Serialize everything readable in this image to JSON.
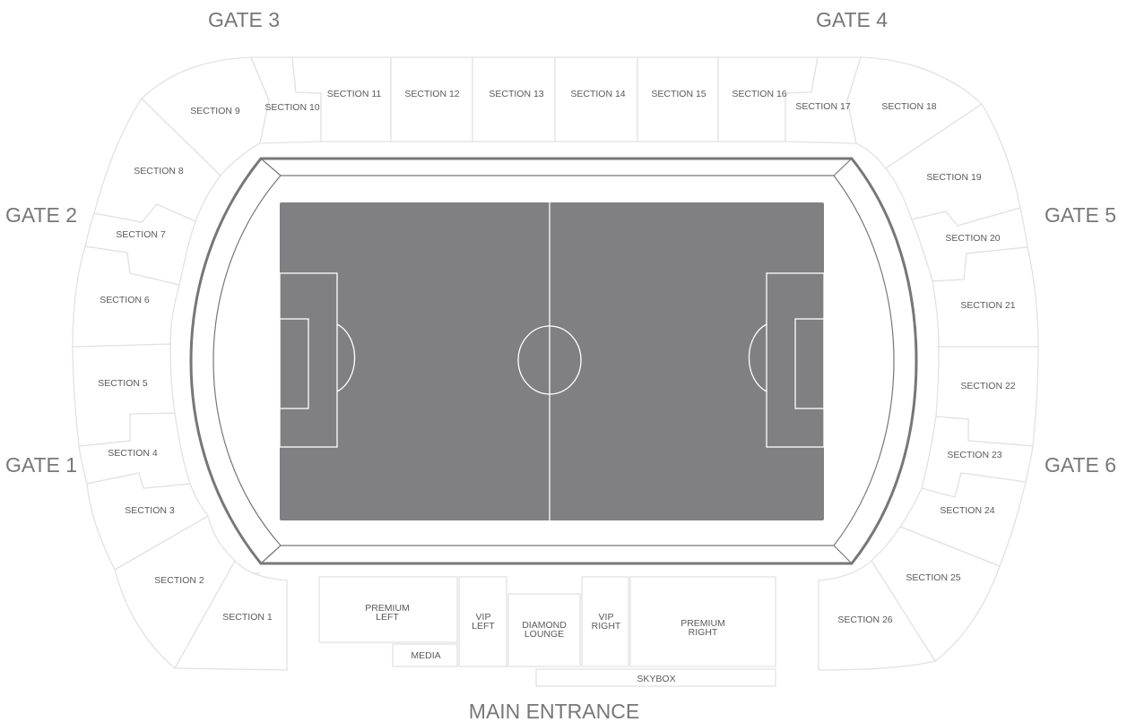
{
  "gates": {
    "gate1": "GATE 1",
    "gate2": "GATE 2",
    "gate3": "GATE 3",
    "gate4": "GATE 4",
    "gate5": "GATE 5",
    "gate6": "GATE 6"
  },
  "main_entrance": "MAIN ENTRANCE",
  "sections": {
    "s1": "SECTION 1",
    "s2": "SECTION 2",
    "s3": "SECTION 3",
    "s4": "SECTION 4",
    "s5": "SECTION 5",
    "s6": "SECTION 6",
    "s7": "SECTION 7",
    "s8": "SECTION 8",
    "s9": "SECTION 9",
    "s10": "SECTION 10",
    "s11": "SECTION 11",
    "s12": "SECTION 12",
    "s13": "SECTION 13",
    "s14": "SECTION 14",
    "s15": "SECTION 15",
    "s16": "SECTION 16",
    "s17": "SECTION 17",
    "s18": "SECTION 18",
    "s19": "SECTION 19",
    "s20": "SECTION 20",
    "s21": "SECTION 21",
    "s22": "SECTION 22",
    "s23": "SECTION 23",
    "s24": "SECTION 24",
    "s25": "SECTION 25",
    "s26": "SECTION 26"
  },
  "boxes": {
    "premium_left": [
      "PREMIUM",
      "LEFT"
    ],
    "media": "MEDIA",
    "vip_left": [
      "VIP",
      "LEFT"
    ],
    "diamond_lounge": [
      "DIAMOND",
      "LOUNGE"
    ],
    "vip_right": [
      "VIP",
      "RIGHT"
    ],
    "premium_right": [
      "PREMIUM",
      "RIGHT"
    ],
    "skybox": "SKYBOX"
  },
  "colors": {
    "pitch": "#808083",
    "pitch_lines": "#ffffff",
    "stand_outline": "#e2e2e2",
    "stadium_rim": "#777777",
    "label_text": "#5a5a5a",
    "gate_text": "#777777"
  }
}
